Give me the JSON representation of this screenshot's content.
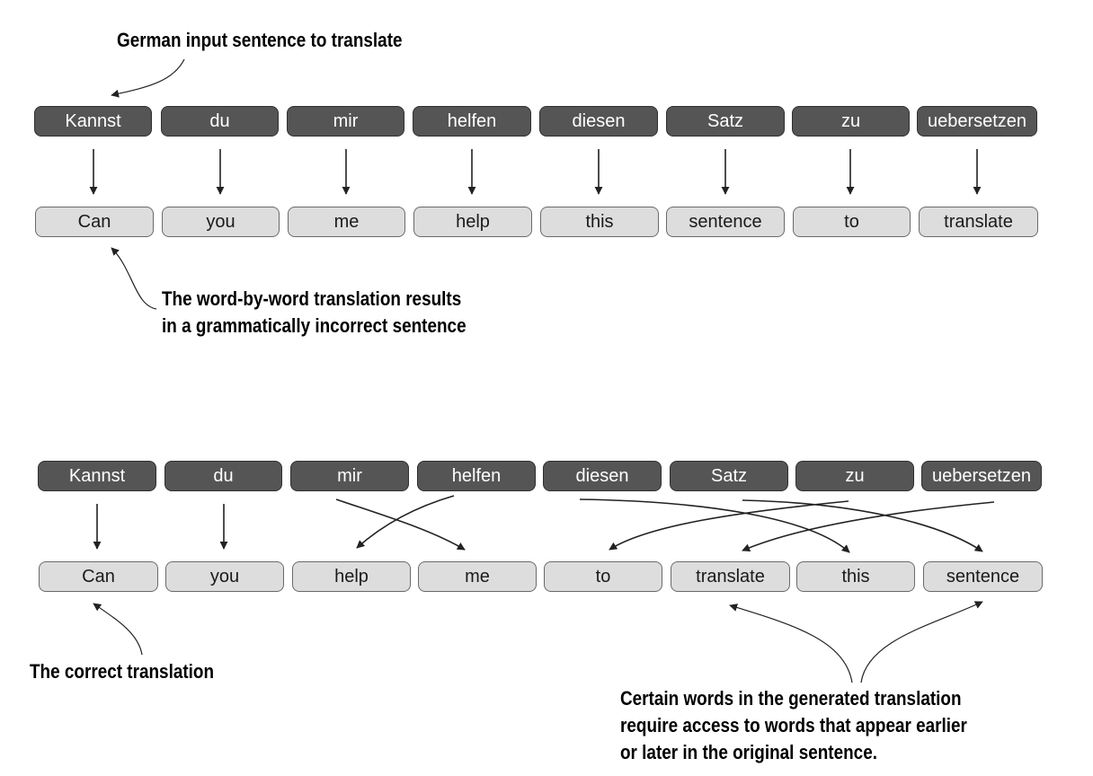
{
  "top_example": {
    "source_words": [
      "Kannst",
      "du",
      "mir",
      "helfen",
      "diesen",
      "Satz",
      "zu",
      "uebersetzen"
    ],
    "translated_words": [
      "Can",
      "you",
      "me",
      "help",
      "this",
      "sentence",
      "to",
      "translate"
    ],
    "input_caption": "German input sentence to translate",
    "result_caption": {
      "line1": "The word-by-word translation results",
      "line2": "in a grammatically incorrect sentence"
    }
  },
  "bottom_example": {
    "source_words": [
      "Kannst",
      "du",
      "mir",
      "helfen",
      "diesen",
      "Satz",
      "zu",
      "uebersetzen"
    ],
    "translated_words": [
      "Can",
      "you",
      "help",
      "me",
      "to",
      "translate",
      "this",
      "sentence"
    ],
    "correct_caption": "The correct translation",
    "access_caption": {
      "line1": "Certain words in the generated translation",
      "line2": "require access to words that appear earlier",
      "line3": "or later in the original sentence."
    }
  },
  "colors": {
    "source_box": "#555555",
    "target_box": "#dddddd",
    "arrow": "#222222"
  }
}
